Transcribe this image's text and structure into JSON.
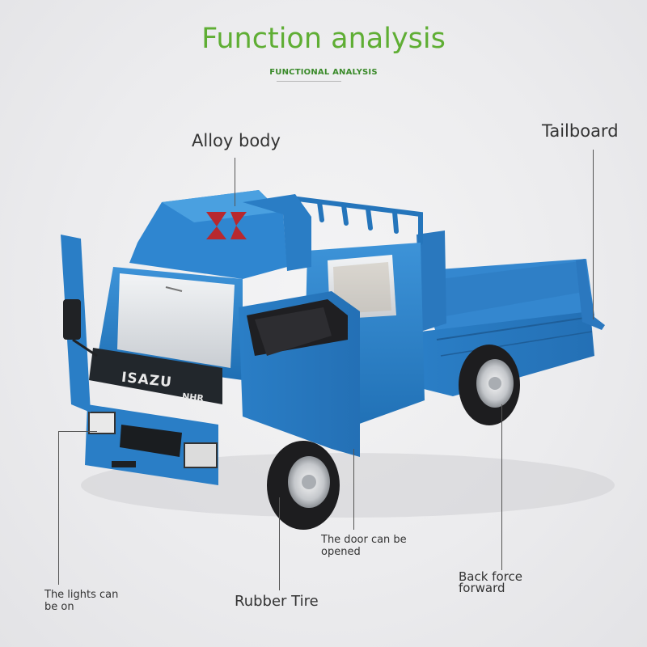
{
  "header": {
    "title": "Function analysis",
    "subtitle": "FUNCTIONAL ANALYSIS"
  },
  "product": {
    "badge": "ISAZU",
    "model": "NHR"
  },
  "callouts": {
    "alloy_body": "Alloy body",
    "tailboard": "Tailboard",
    "door_line1": "The door can be",
    "door_line2": "opened",
    "back_line1": "Back force",
    "back_line2": "forward",
    "lights_line1": "The lights can",
    "lights_line2": "be on",
    "rubber_tire": "Rubber Tire"
  },
  "colors": {
    "title": "#5fae34",
    "truck_blue": "#2a7fc6",
    "emblem_red": "#b8282e"
  }
}
